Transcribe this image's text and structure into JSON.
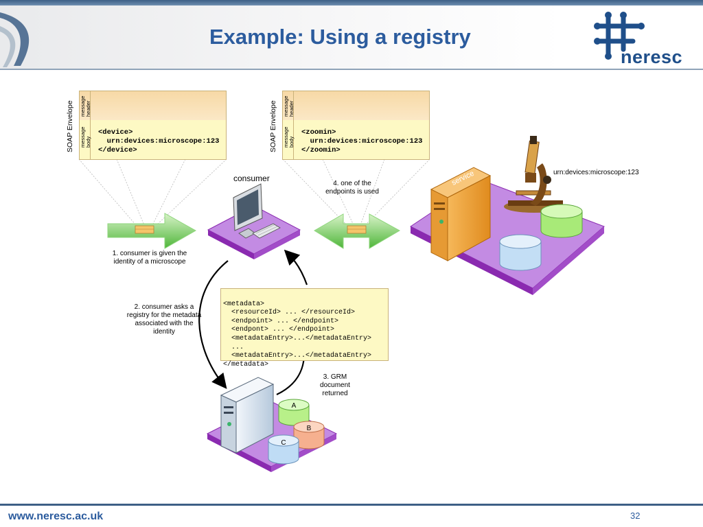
{
  "slide": {
    "title": "Example: Using a registry",
    "logo_text": "neresc",
    "footer_url": "www.neresc.ac.uk",
    "page_number": "32"
  },
  "envelope_left": {
    "envelope_label": "SOAP Envelope",
    "header_label": "message header",
    "body_label": "message body",
    "body_lines": [
      "<device>",
      "  urn:devices:microscope:123",
      "</device>"
    ]
  },
  "envelope_right": {
    "envelope_label": "SOAP Envelope",
    "header_label": "message header",
    "body_label": "message body",
    "body_lines": [
      "<zoomin>",
      "  urn:devices:microscope:123",
      "</zoomin>"
    ]
  },
  "labels": {
    "consumer": "consumer",
    "service": "service",
    "microscope_urn": "urn:devices:microscope:123",
    "step1": "1. consumer is given the identity of a microscope",
    "step2": "2. consumer asks a registry for the metadata associated with the identity",
    "step3": "3. GRM document returned",
    "step4": "4. one of the endpoints is used"
  },
  "grm_document": {
    "lines": [
      "<metadata>",
      "  <resourceId> ... </resourceId>",
      "  <endpoint> ... </endpoint>",
      "  <endpont> ... </endpoint>",
      "  <metadataEntry>...</metadataEntry>",
      "  ...",
      "  <metadataEntry>...</metadataEntry>",
      "</metadata>"
    ]
  },
  "registry_databases": [
    "A",
    "B",
    "C"
  ],
  "colors": {
    "title": "#2c5c9e",
    "platform": "#c38be3",
    "platform_edge": "#8a2ab0",
    "arrow_green": "#5fc84a",
    "envelope_header": "#f7d9a6",
    "envelope_body": "#fdf9c4",
    "server_orange": "#f0a23c",
    "db_green": "#b8f089",
    "db_blue": "#bfdcf5",
    "db_salmon": "#f6b08f"
  }
}
